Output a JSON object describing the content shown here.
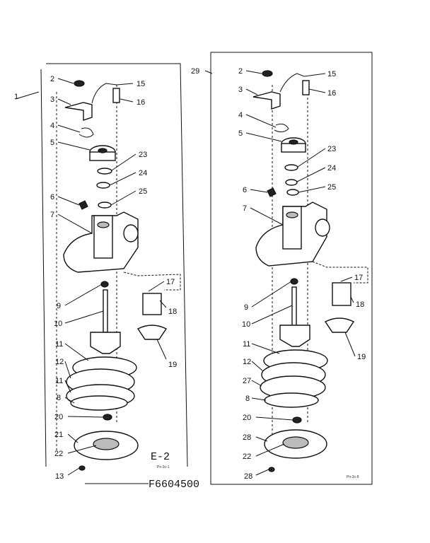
{
  "diagram": {
    "left_panel": {
      "callouts": [
        "1",
        "2",
        "15",
        "3",
        "16",
        "4",
        "5",
        "23",
        "24",
        "6",
        "25",
        "7",
        "17",
        "9",
        "18",
        "10",
        "19",
        "11",
        "12",
        "11",
        "8",
        "20",
        "21",
        "22",
        "13"
      ],
      "sheet_label": "E-2",
      "sheet_note": "Pn-3c-1"
    },
    "right_panel": {
      "callouts": [
        "29",
        "2",
        "15",
        "3",
        "16",
        "4",
        "5",
        "23",
        "24",
        "6",
        "25",
        "7",
        "17",
        "9",
        "18",
        "10",
        "19",
        "11",
        "12",
        "27",
        "8",
        "20",
        "28",
        "22",
        "28"
      ],
      "sheet_note": "Pn-3c-8"
    },
    "figure_number": "F6604500"
  }
}
